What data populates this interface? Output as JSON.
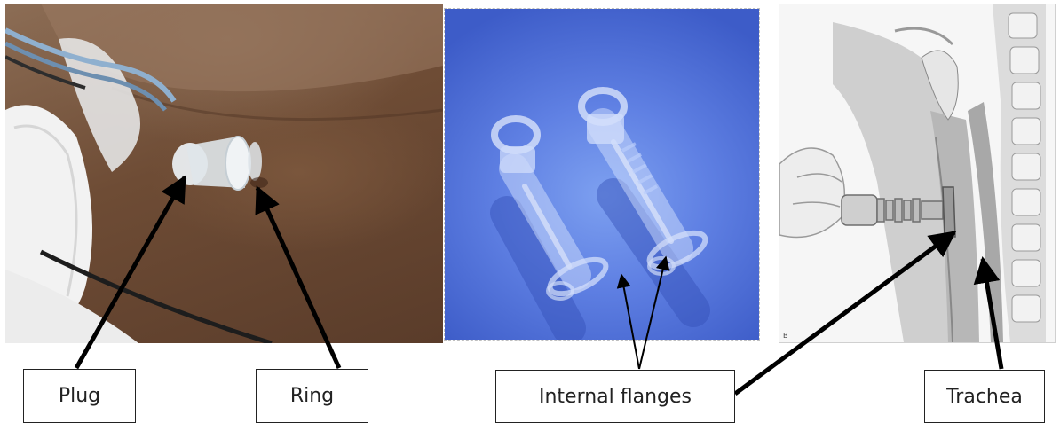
{
  "labels": {
    "plug": "Plug",
    "ring": "Ring",
    "internal_flanges": "Internal flanges",
    "trachea": "Trachea"
  },
  "anatomy_panel_letter": "B"
}
